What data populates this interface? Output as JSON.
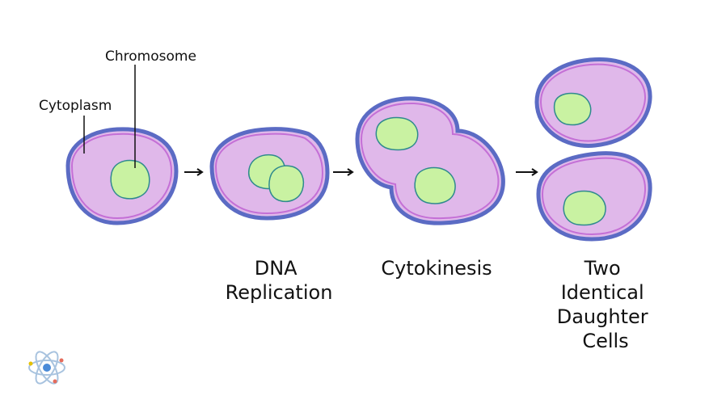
{
  "labels": {
    "chromosome": "Chromosome",
    "cytoplasm": "Cytoplasm"
  },
  "stages": {
    "dna_replication": [
      "DNA",
      "Replication"
    ],
    "cytokinesis": "Cytokinesis",
    "daughter_cells": [
      "Two",
      "Identical",
      "Daughter",
      "Cells"
    ]
  },
  "colors": {
    "membrane": "#5b6bc4",
    "cytoplasm": "#e0b8ea",
    "inner_membrane": "#c46fd6",
    "nucleus": "#c9f2a2",
    "nucleus_outline": "#2f8a8e",
    "arrow": "#111111"
  },
  "icons": {
    "logo": "atom-icon"
  }
}
